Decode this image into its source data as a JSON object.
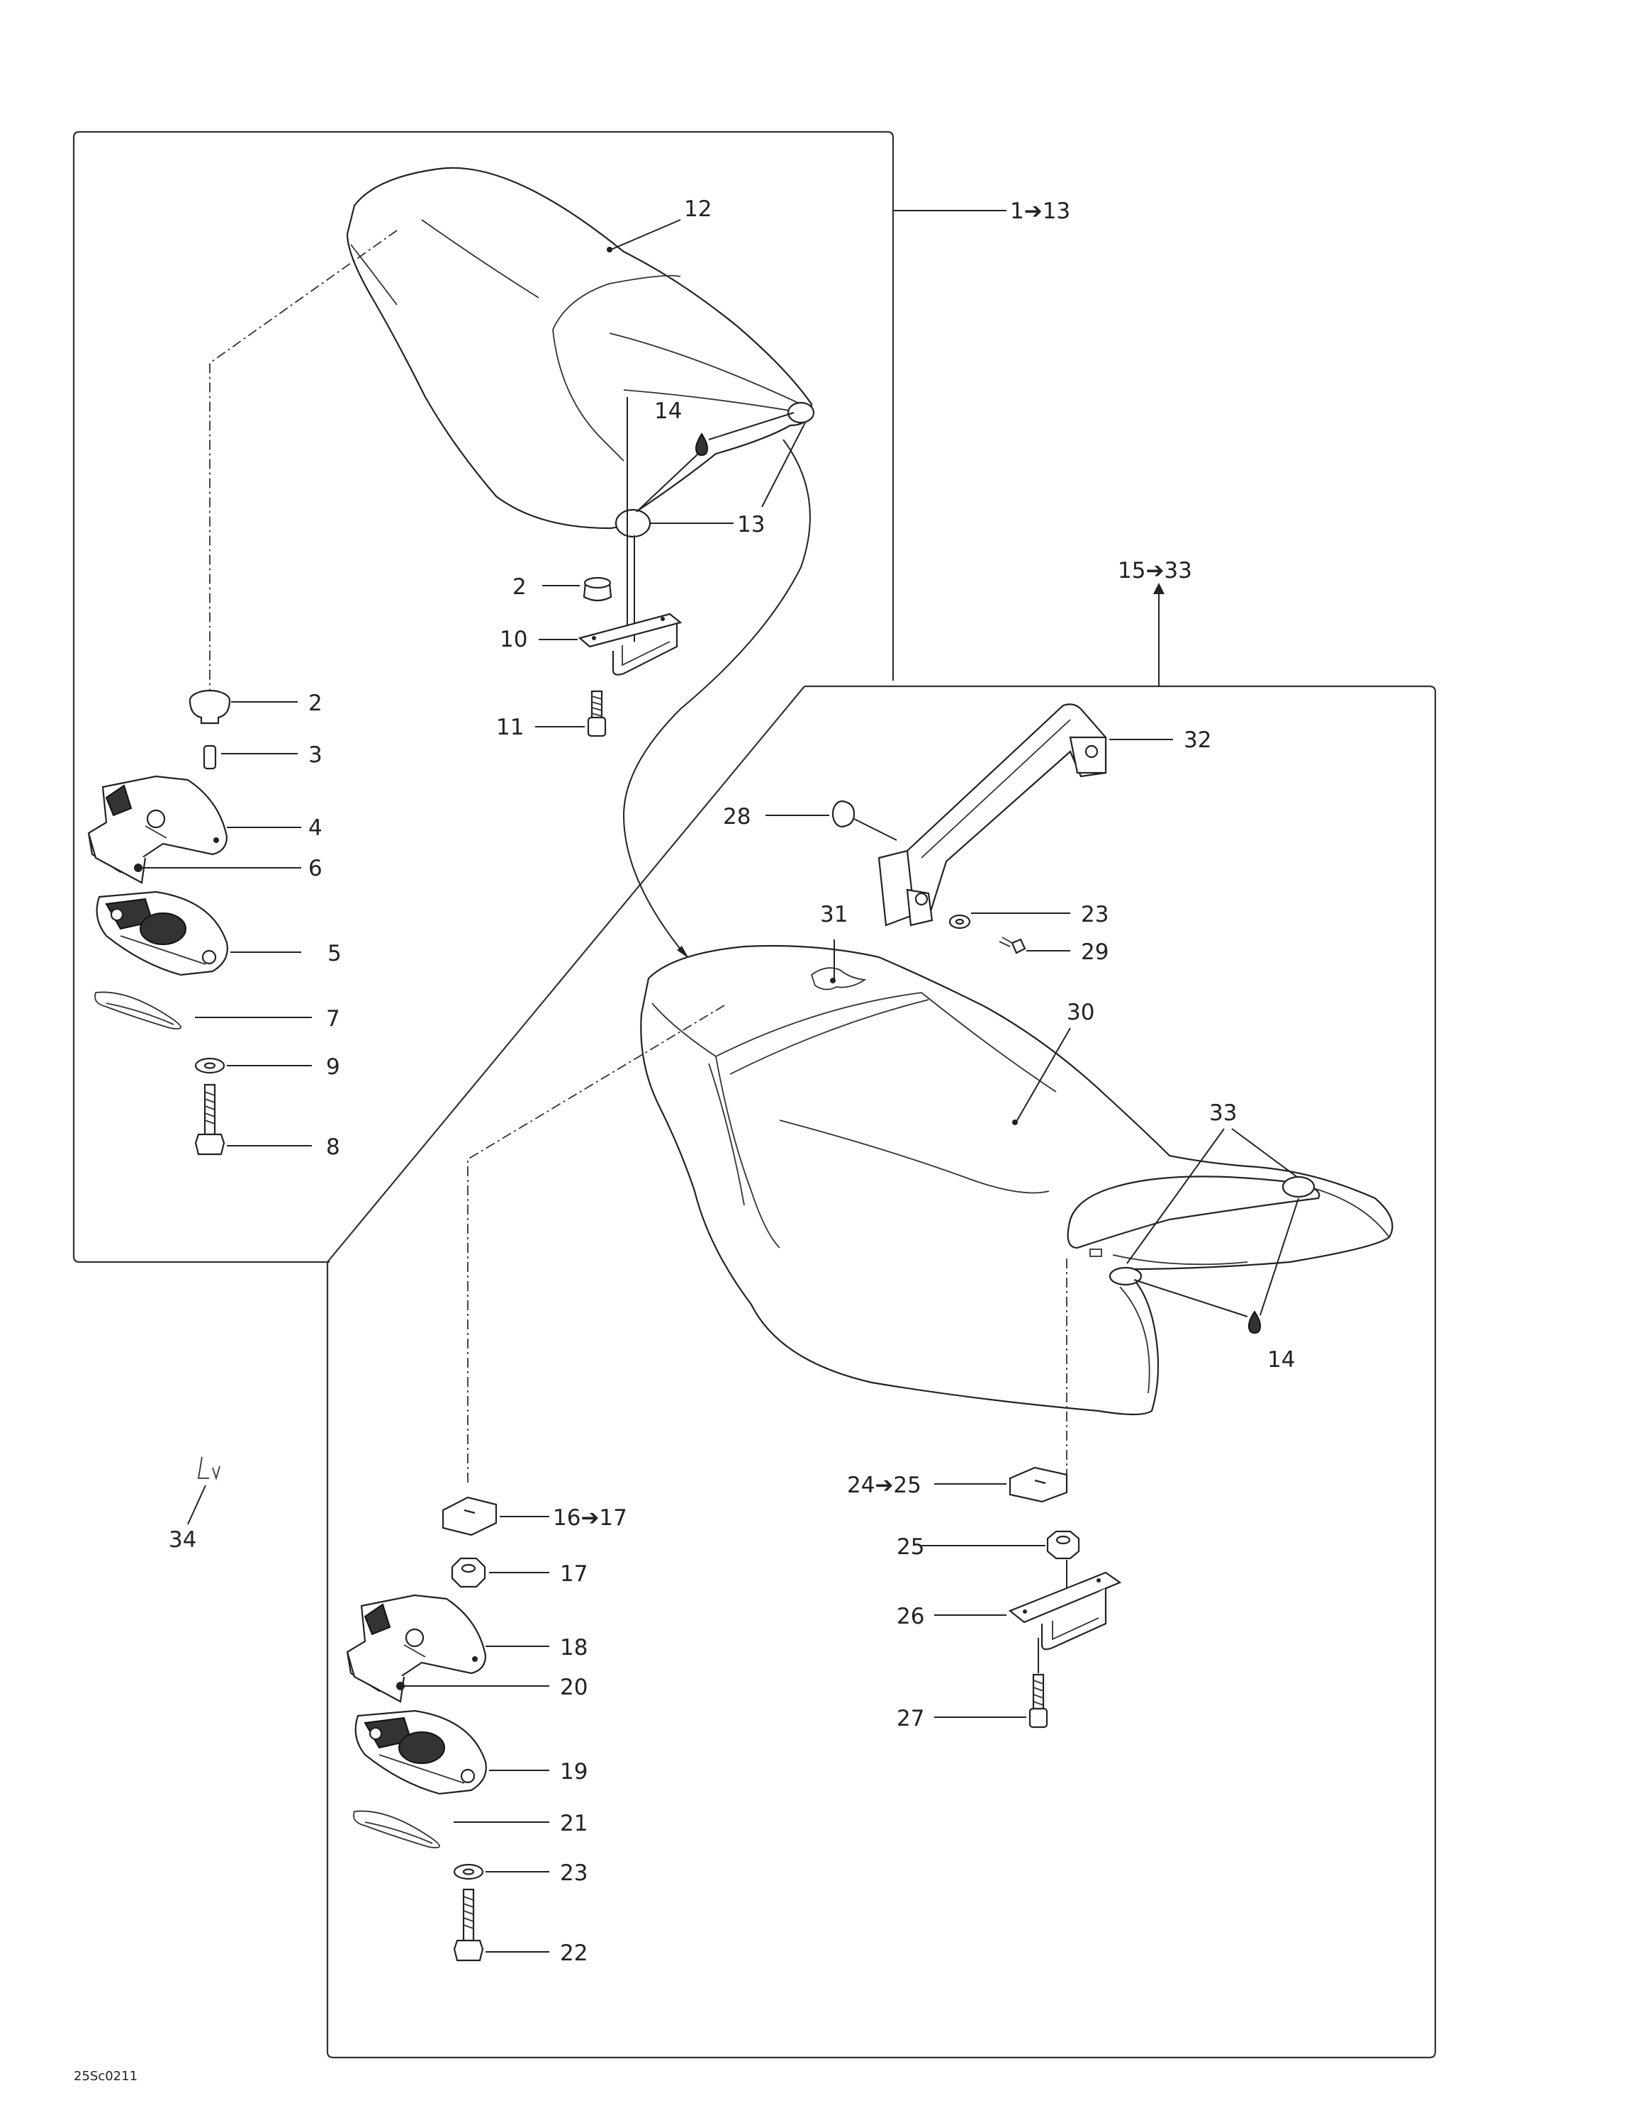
{
  "drawing_code": "25Sc0211",
  "group_a": {
    "range": "1➔13"
  },
  "group_b": {
    "range": "15➔33"
  },
  "callouts": {
    "c2a": "2",
    "c2b": "2",
    "c3": "3",
    "c4": "4",
    "c5": "5",
    "c6": "6",
    "c7": "7",
    "c8": "8",
    "c9": "9",
    "c10": "10",
    "c11": "11",
    "c12": "12",
    "c13": "13",
    "c14a": "14",
    "c14b": "14",
    "c1617": "16➔17",
    "c17": "17",
    "c18": "18",
    "c19": "19",
    "c20": "20",
    "c21": "21",
    "c22": "22",
    "c23a": "23",
    "c23b": "23",
    "c2425": "24➔25",
    "c25": "25",
    "c26": "26",
    "c27": "27",
    "c28": "28",
    "c29": "29",
    "c30": "30",
    "c31": "31",
    "c32": "32",
    "c33": "33",
    "c34": "34"
  }
}
